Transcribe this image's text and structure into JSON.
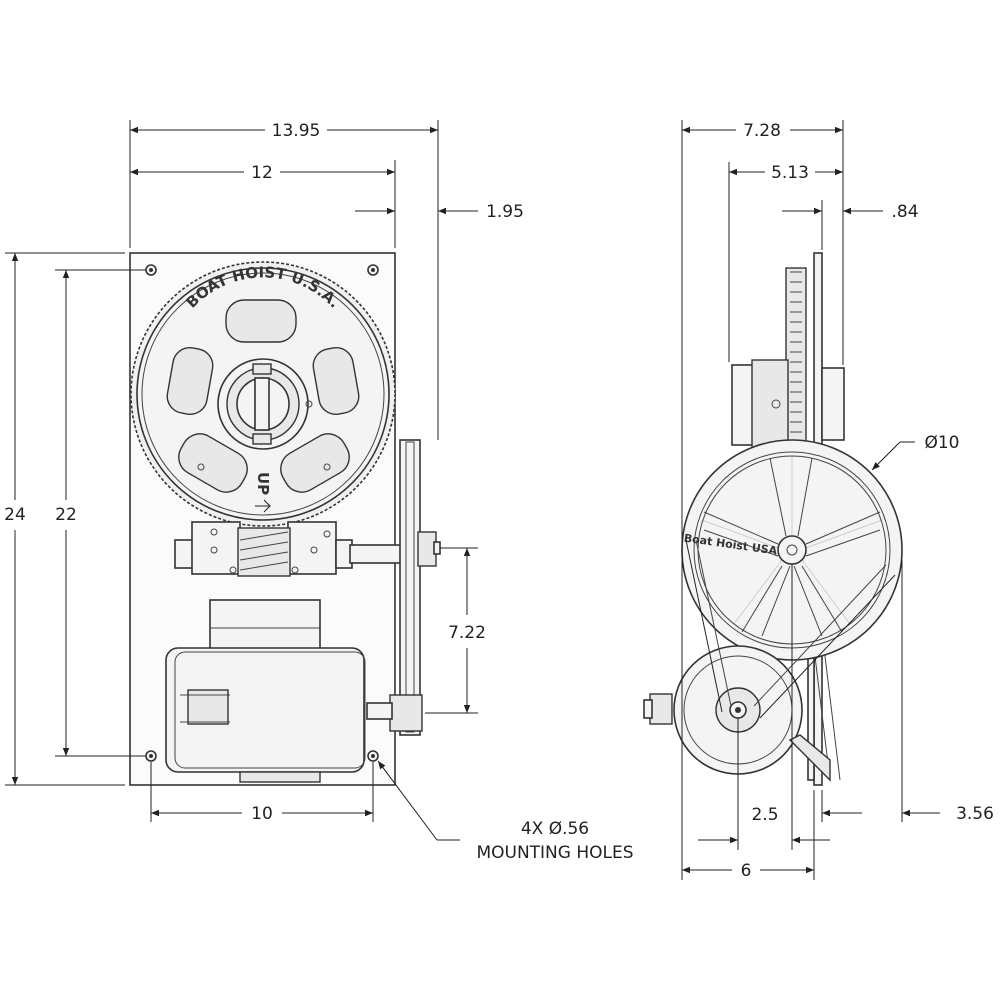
{
  "front_view": {
    "dim_overall_width": "13.95",
    "dim_plate_width": "12",
    "dim_offset": "1.95",
    "dim_overall_height": "24",
    "dim_hole_height": "22",
    "dim_pulley_spacing": "7.22",
    "dim_hole_width": "10",
    "gear_label": "BOAT HOIST U.S.A.",
    "up_label": "UP",
    "mounting_note_line1": "4X Ø.56",
    "mounting_note_line2": "MOUNTING HOLES"
  },
  "side_view": {
    "dim_overall_depth": "7.28",
    "dim_gear_depth": "5.13",
    "dim_plate_offset": ".84",
    "dim_pulley_diameter": "Ø10",
    "dim_base_depth": "3.56",
    "dim_motor_pulley": "2.5",
    "dim_motor_depth": "6",
    "pulley_label": "Boat Hoist USA"
  },
  "colors": {
    "line": "#222222",
    "fill": "#f4f4f4",
    "fill_dark": "#e8e8e8"
  }
}
